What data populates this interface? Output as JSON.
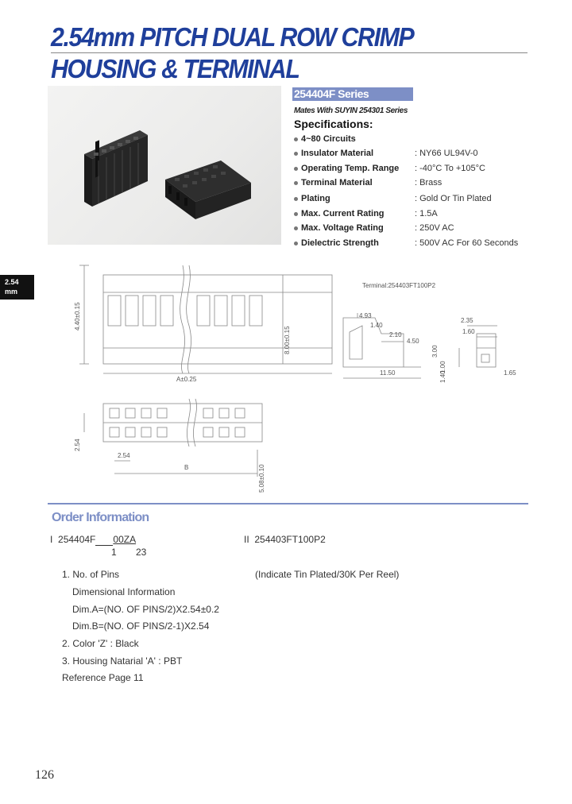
{
  "header": {
    "title_line1": "2.54mm PITCH DUAL ROW CRIMP",
    "title_line2": "HOUSING & TERMINAL"
  },
  "side_tab": {
    "line1": "2.54",
    "line2": "mm"
  },
  "series": {
    "label": "254404F Series",
    "mates": "Mates With SUYIN 254301 Series",
    "spec_heading": "Specifications:"
  },
  "specs": [
    {
      "label": "4~80 Circuits",
      "value": ""
    },
    {
      "label": "Insulator Material",
      "value": ": NY66 UL94V-0"
    },
    {
      "label": "Operating Temp. Range",
      "value": ": -40°C To +105°C"
    },
    {
      "label": "Terminal Material",
      "value": ": Brass"
    },
    {
      "label": "Plating",
      "value": ": Gold Or Tin Plated"
    },
    {
      "label": "Max. Current Rating",
      "value": ": 1.5A"
    },
    {
      "label": "Max. Voltage Rating",
      "value": ": 250V AC"
    },
    {
      "label": "Dielectric Strength",
      "value": ": 500V AC For 60 Seconds"
    }
  ],
  "drawing": {
    "terminal_label": "Terminal:254403FT100P2",
    "dim_height1": "4.40±0.15",
    "dim_height2": "8.00±0.15",
    "dim_a": "A±0.25",
    "dim_254_v": "2.54",
    "dim_254_h": "2.54",
    "dim_b": "B",
    "dim_538": "5.08±0.10",
    "t_493": "4.93",
    "t_140a": "1.40",
    "t_210": "2.10",
    "t_450": "4.50",
    "t_1150": "11.50",
    "t_140b": "1.40",
    "t_235": "2.35",
    "t_160": "1.60",
    "t_300": "3.00",
    "t_100": "1.00",
    "t_165": "1.65"
  },
  "order": {
    "heading": "Order Information",
    "code_i_prefix": "I",
    "code_i": "254404F",
    "code_i_suffix": "00ZA",
    "code_i_marks1": "1",
    "code_i_marks2": "23",
    "code_ii_prefix": "II",
    "code_ii": "254403FT100P2",
    "note_ii": "(Indicate Tin Plated/30K Per Reel)",
    "lines": [
      "1. No. of Pins",
      "Dimensional Information",
      "Dim.A=(NO. OF PINS/2)X2.54±0.2",
      "Dim.B=(NO. OF PINS/2-1)X2.54",
      "2. Color 'Z' : Black",
      "3. Housing Natarial 'A' : PBT",
      "Reference Page 11"
    ]
  },
  "page_number": "126"
}
